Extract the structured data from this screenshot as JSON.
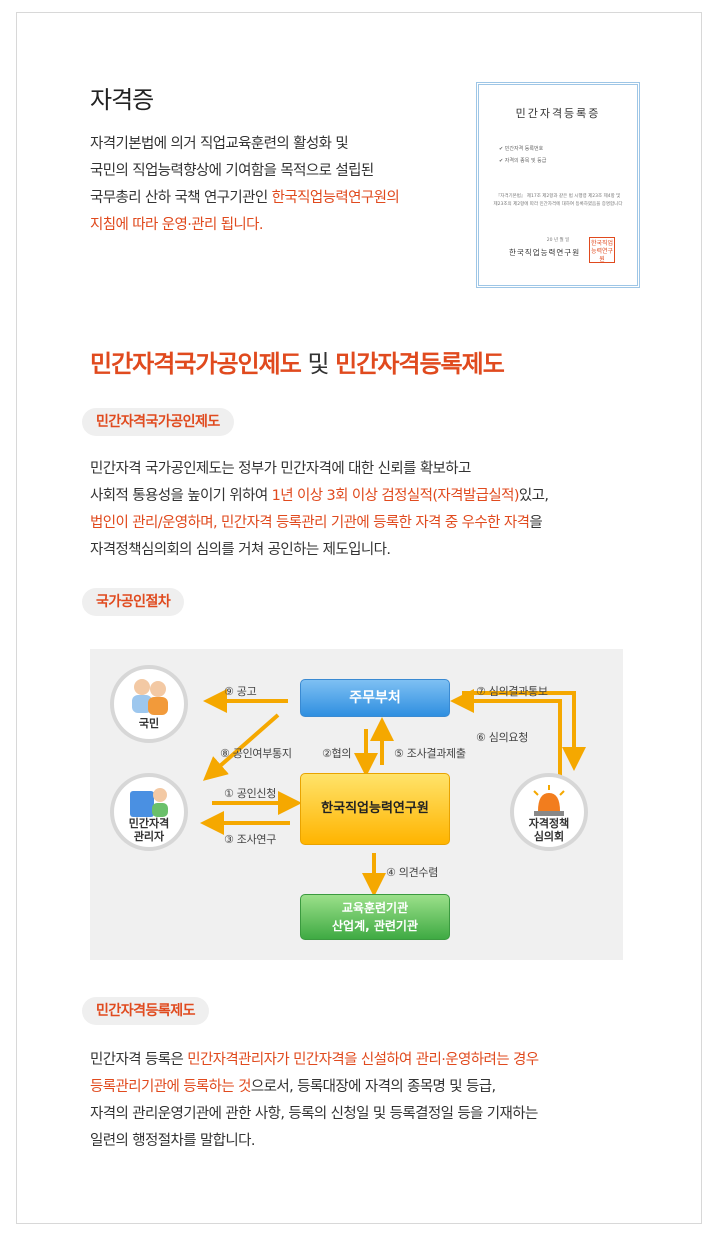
{
  "intro": {
    "title": "자격증",
    "lines": [
      "자격기본법에 의거 직업교육훈련의 활성화 및",
      "국민의 직업능력향상에 기여함을 목적으로 설립된"
    ],
    "line3_black": "국무총리 산하 국책 연구기관인 ",
    "line3_red": "한국직업능력연구원의",
    "line4_red": "지침에 따라 운영·관리 됩니다."
  },
  "certificate": {
    "title": "민간자격등록증",
    "item1": "민간자격 등록번호",
    "item2": "자격의 종목 및 등급",
    "note": "『자격기본법』 제17조 제2항과 같은 법 시행령 제23조 제4항 및 제23조의 제2항에 따라 민간자격에 대하여 등록하였음을 증명합니다",
    "date": "20  년  월  일",
    "org": "한국직업능력연구원",
    "seal": "한국직업능력연구원"
  },
  "section2": {
    "title_left": "민간자격국가공인제도",
    "title_mid": " 및 ",
    "title_right": "민간자격등록제도"
  },
  "pill1": "민간자격국가공인제도",
  "para1": {
    "l1": "민간자격 국가공인제도는 정부가 민간자격에 대한 신뢰를 확보하고",
    "l2_black": "사회적 통용성을 높이기 위하여 ",
    "l2_red": "1년 이상 3회 이상 검정실적(자격발급실적)",
    "l2_tail": "있고,",
    "l3_red": "법인이 관리/운영하며, 민간자격 등록관리 기관에 등록한 자격 중 우수한 자격",
    "l3_tail": "을",
    "l4": "자격정책심의회의 심의를 거쳐 공인하는 제도입니다."
  },
  "pill2": "국가공인절차",
  "diagram": {
    "ministry": "주무부처",
    "institute": "한국직업능력연구원",
    "edu_line1": "교육훈련기관",
    "edu_line2": "산업계, 관련기관",
    "citizen": "국민",
    "manager_line1": "민간자격",
    "manager_line2": "관리자",
    "council_line1": "자격정책",
    "council_line2": "심의회",
    "step1": "① 공인신청",
    "step2": "②협의",
    "step3": "③ 조사연구",
    "step4": "④ 의견수렴",
    "step5": "⑤ 조사결과제출",
    "step6": "⑥ 심의요청",
    "step7": "⑦ 심의결과통보",
    "step8": "⑧ 공인여부통지",
    "step9": "⑨ 공고",
    "colors": {
      "arrow": "#f5a800",
      "blue": "#2f8fe0",
      "yellow": "#ffb400",
      "green": "#3faa43"
    }
  },
  "pill3": "민간자격등록제도",
  "para2": {
    "l1_black": "민간자격 등록은 ",
    "l1_red": "민간자격관리자가 민간자격을 신설하여 관리·운영하려는 경우",
    "l2_red": "등록관리기관에 등록하는 것",
    "l2_tail": "으로서, 등록대장에 자격의 종목명 및 등급,",
    "l3": "자격의 관리운영기관에 관한 사항, 등록의 신청일 및 등록결정일 등을 기재하는",
    "l4": "일련의 행정절차를 말합니다."
  },
  "colors": {
    "accent": "#e04a1e",
    "pill_bg": "#efefef",
    "card_border": "#d8d8d8"
  }
}
